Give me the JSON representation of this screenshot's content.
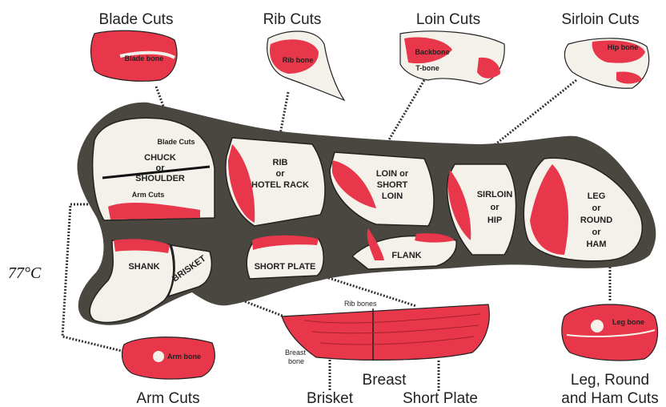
{
  "side_label": "77°C",
  "headers": {
    "blade_cuts": "Blade Cuts",
    "rib_cuts": "Rib Cuts",
    "loin_cuts": "Loin Cuts",
    "sirloin_cuts": "Sirloin Cuts",
    "arm_cuts": "Arm Cuts",
    "brisket": "Brisket",
    "breast": "Breast",
    "short_plate": "Short Plate",
    "leg_round_ham_line1": "Leg, Round",
    "leg_round_ham_line2": "and Ham Cuts"
  },
  "bones": {
    "blade_bone": "Blade bone",
    "rib_bone": "Rib bone",
    "backbone": "Backbone",
    "t_bone": "T-bone",
    "hip_bone": "Hip bone",
    "arm_bone": "Arm bone",
    "leg_bone": "Leg bone",
    "rib_bones": "Rib bones",
    "breast_bone_line1": "Breast",
    "breast_bone_line2": "bone"
  },
  "primals": {
    "blade_cuts_inner": "Blade Cuts",
    "chuck_l1": "CHUCK",
    "chuck_l2": "or",
    "chuck_l3": "SHOULDER",
    "arm_cuts_inner": "Arm Cuts",
    "rib_l1": "RIB",
    "rib_l2": "or",
    "rib_l3": "HOTEL RACK",
    "loin_l1": "LOIN or",
    "loin_l2": "SHORT",
    "loin_l3": "LOIN",
    "sirloin_l1": "SIRLOIN",
    "sirloin_l2": "or",
    "sirloin_l3": "HIP",
    "leg_l1": "LEG",
    "leg_l2": "or",
    "leg_l3": "ROUND",
    "leg_l4": "or",
    "leg_l5": "HAM",
    "shank": "SHANK",
    "brisket": "BRISKET",
    "short_plate": "SHORT PLATE",
    "flank": "FLANK"
  },
  "colors": {
    "meat": "#e8374a",
    "carcass": "#4a4740",
    "bone": "#f4f1ea",
    "dots": "#333333"
  }
}
